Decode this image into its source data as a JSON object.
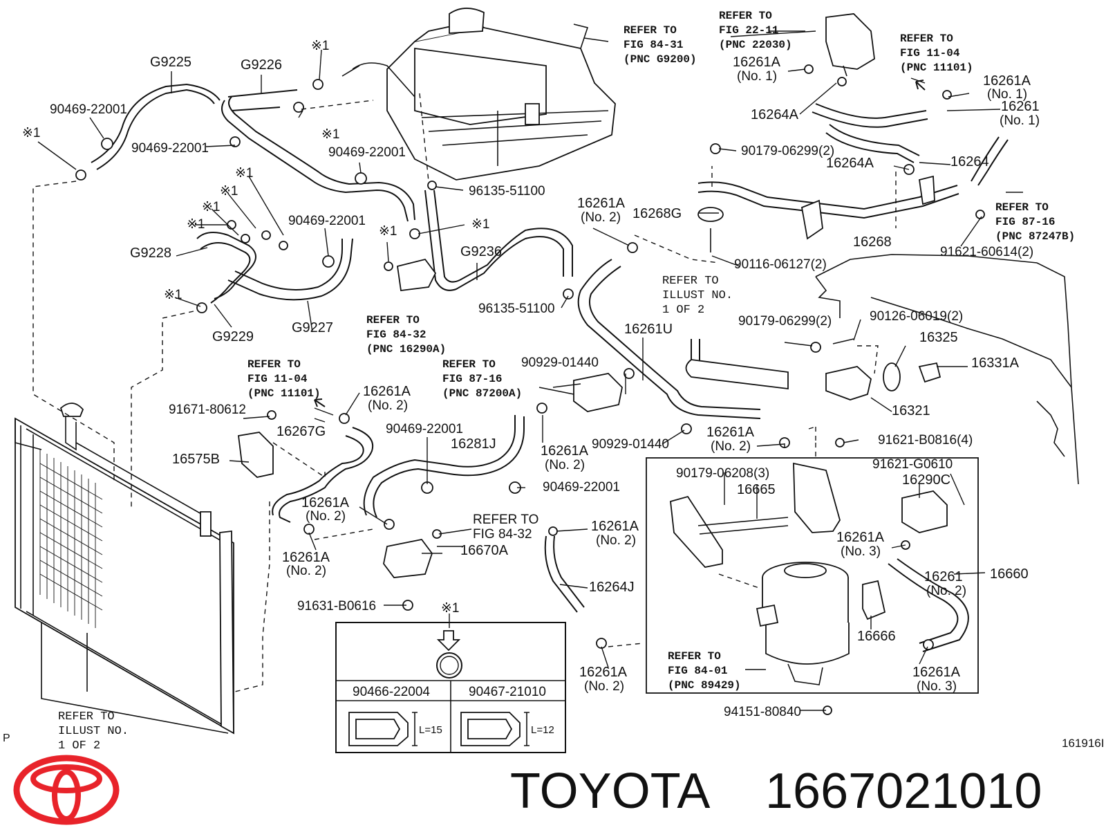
{
  "brand": {
    "name": "TOYOTA",
    "part_number": "1667021010",
    "logo_color": "#e8232a"
  },
  "diagram_code": "161916I",
  "corner_mark": "P",
  "refs": {
    "r1": [
      "REFER TO",
      "FIG 84-31",
      "(PNC G9200)"
    ],
    "r2": [
      "REFER TO",
      "FIG 22-11",
      "(PNC 22030)"
    ],
    "r3": [
      "REFER TO",
      "FIG 11-04",
      "(PNC 11101)"
    ],
    "r4": [
      "REFER TO",
      "FIG 87-16",
      "(PNC 87247B)"
    ],
    "r5": [
      "REFER TO",
      "ILLUST NO.",
      "1 OF 2"
    ],
    "r6": [
      "REFER TO",
      "FIG 84-32",
      "(PNC 16290A)"
    ],
    "r7": [
      "REFER TO",
      "FIG 11-04",
      "(PNC 11101)"
    ],
    "r8": [
      "REFER TO",
      "FIG 87-16",
      "(PNC 87200A)"
    ],
    "r9": [
      "REFER TO",
      "FIG 84-32"
    ],
    "r10": [
      "REFER TO",
      "FIG 84-01",
      "(PNC 89429)"
    ],
    "r11": [
      "REFER TO",
      "ILLUST NO.",
      "1 OF 2"
    ]
  },
  "labels": {
    "g9225": "G9225",
    "g9226": "G9226",
    "g9228": "G9228",
    "g9229": "G9229",
    "g9227": "G9227",
    "g9236": "G9236",
    "p90469a": "90469-22001",
    "p90469b": "90469-22001",
    "p90469c": "90469-22001",
    "p90469d": "90469-22001",
    "p90469e": "90469-22001",
    "p90469f": "90469-22001",
    "x1a": "※1",
    "x1b": "※1",
    "x1c": "※1",
    "x1d": "※1",
    "x1e": "※1",
    "x1f": "※1",
    "x1g": "※1",
    "x1h": "※1",
    "x1i": "※1",
    "x1j": "※1",
    "x1k": "※1",
    "p96135a": "96135-51100",
    "p96135b": "96135-51100",
    "p16261a_n1a": "16261A",
    "no1a": "(No. 1)",
    "p16261a_n1b": "16261A",
    "no1b": "(No. 1)",
    "p16261_n1": "16261",
    "no1c": "(No. 1)",
    "p16264a1": "16264A",
    "p16264a2": "16264A",
    "p16264": "16264",
    "p90179a": "90179-06299(2)",
    "p16268g": "16268G",
    "p16268": "16268",
    "p16261a_n2a": "16261A",
    "no2a": "(No. 2)",
    "p90116": "90116-06127(2)",
    "p91621a": "91621-60614(2)",
    "p16261u": "16261U",
    "p90179b": "90179-06299(2)",
    "p90126": "90126-06019(2)",
    "p16325": "16325",
    "p16331a": "16331A",
    "p16321": "16321",
    "p16261a_n2b": "16261A",
    "no2b": "(No. 2)",
    "p91671": "91671-80612",
    "p16267g": "16267G",
    "p16575b": "16575B",
    "p16281j": "16281J",
    "p90929a": "90929-01440",
    "p90929b": "90929-01440",
    "p16261a_n2c": "16261A",
    "no2c": "(No. 2)",
    "p16261a_n2d": "16261A",
    "no2d": "(No. 2)",
    "p91621b": "91621-B0816(4)",
    "p16261a_n2e": "16261A",
    "no2e": "(No. 2)",
    "p16261a_n2f": "16261A",
    "no2f": "(No. 2)",
    "p16670a": "16670A",
    "p16261a_n2g": "16261A",
    "no2g": "(No. 2)",
    "p16264j": "16264J",
    "p91631": "91631-B0616",
    "p16261a_n2h": "16261A",
    "no2h": "(No. 2)",
    "p90179c": "90179-06208(3)",
    "p16665": "16665",
    "p91621c": "91621-G0610",
    "p16290c": "16290C",
    "p16261a_n3a": "16261A",
    "no3a": "(No. 3)",
    "p16660": "16660",
    "p16261_n2": "16261",
    "no2i": "(No. 2)",
    "p16666": "16666",
    "p16261a_n3b": "16261A",
    "no3b": "(No. 3)",
    "p94151": "94151-80840"
  },
  "clip_table": {
    "col1": "90466-22004",
    "col2": "90467-21010",
    "len1": "L=15",
    "len2": "L=12"
  }
}
